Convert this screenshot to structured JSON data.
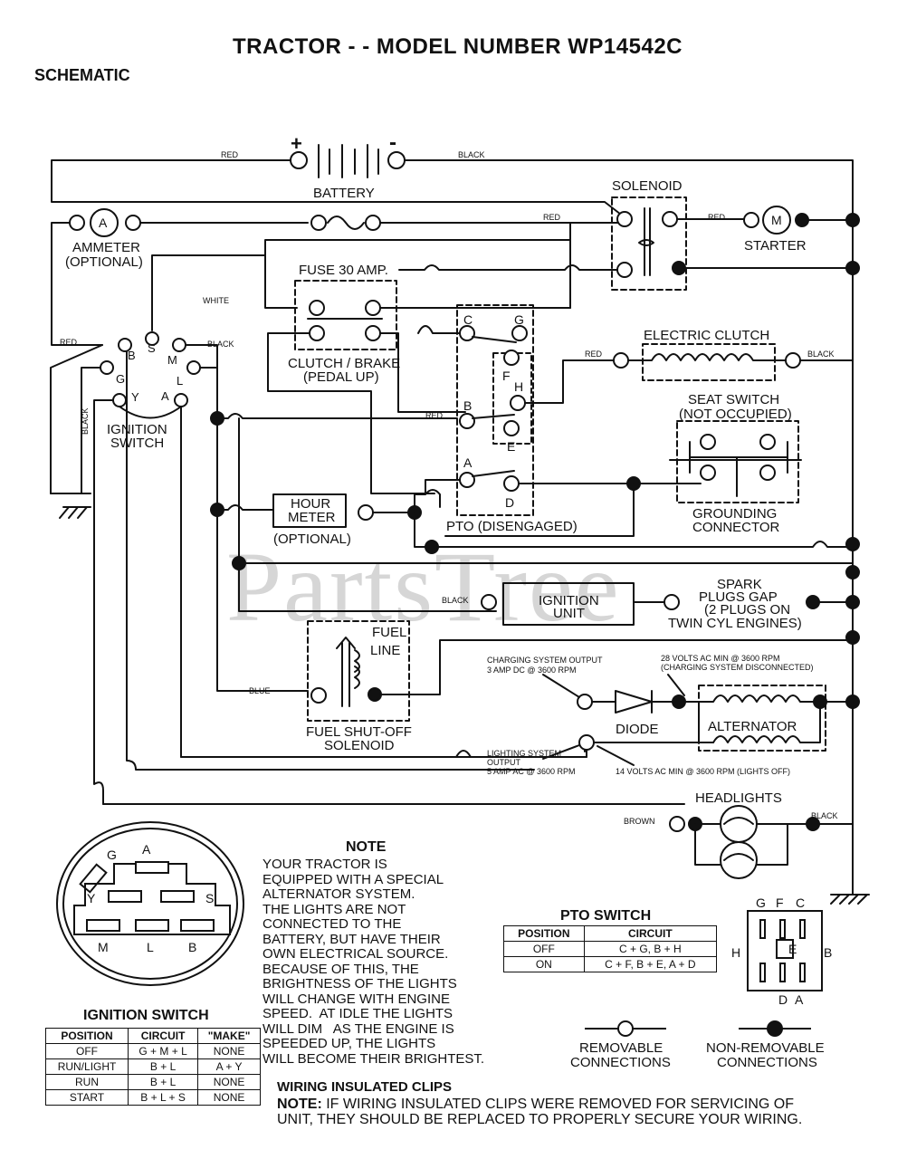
{
  "header": {
    "title": "TRACTOR - - MODEL NUMBER WP14542C",
    "subtitle": "SCHEMATIC"
  },
  "watermark": "PartsTree",
  "components": {
    "battery": "BATTERY",
    "battery_plus": "+",
    "battery_minus": "-",
    "solenoid": "SOLENOID",
    "ammeter": "AMMETER",
    "ammeter_optional": "(OPTIONAL)",
    "ammeter_letter": "A",
    "starter": "STARTER",
    "starter_letter": "M",
    "fuse": "FUSE 30 AMP.",
    "clutch_brake_1": "CLUTCH / BRAKE",
    "clutch_brake_2": "(PEDAL UP)",
    "electric_clutch": "ELECTRIC CLUTCH",
    "seat_switch_1": "SEAT SWITCH",
    "seat_switch_2": "(NOT OCCUPIED)",
    "ignition_switch_1": "IGNITION",
    "ignition_switch_2": "SWITCH",
    "hour_meter_1": "HOUR",
    "hour_meter_2": "METER",
    "hour_meter_optional": "(OPTIONAL)",
    "pto": "PTO (DISENGAGED)",
    "grounding_1": "GROUNDING",
    "grounding_2": "CONNECTOR",
    "spark_1": "SPARK",
    "spark_2": "PLUGS GAP",
    "spark_3": "(2 PLUGS ON",
    "spark_4": "TWIN CYL  ENGINES)",
    "ignition_unit_1": "IGNITION",
    "ignition_unit_2": "UNIT",
    "fuel_line_1": "FUEL",
    "fuel_line_2": "LINE",
    "fuel_solenoid_1": "FUEL SHUT-OFF",
    "fuel_solenoid_2": "SOLENOID",
    "diode": "DIODE",
    "alternator": "ALTERNATOR",
    "headlights": "HEADLIGHTS",
    "charging_1": "CHARGING SYSTEM OUTPUT",
    "charging_2": "3 AMP DC @ 3600 RPM",
    "volts28_1": "28 VOLTS AC MIN @ 3600 RPM",
    "volts28_2": "(CHARGING SYSTEM DISCONNECTED)",
    "lighting_1": "LIGHTING SYSTEM",
    "lighting_2": "OUTPUT",
    "lighting_3": "5 AMP AC @ 3600 RPM",
    "volts14": "14 VOLTS AC MIN @ 3600 RPM (LIGHTS OFF)"
  },
  "terminals": {
    "ign": [
      "B",
      "S",
      "M",
      "G",
      "L",
      "Y",
      "A"
    ],
    "pto": [
      "C",
      "G",
      "F",
      "H",
      "B",
      "E",
      "A",
      "D"
    ]
  },
  "wires": {
    "red": "RED",
    "black": "BLACK",
    "white": "WHITE",
    "blue": "BLUE",
    "brown": "BROWN"
  },
  "note": {
    "title": "NOTE",
    "body": "YOUR TRACTOR IS\nEQUIPPED WITH A SPECIAL\nALTERNATOR SYSTEM.\nTHE LIGHTS ARE NOT\nCONNECTED TO THE\nBATTERY, BUT HAVE THEIR\nOWN ELECTRICAL SOURCE.\nBECAUSE OF THIS, THE\nBRIGHTNESS OF THE LIGHTS\nWILL CHANGE WITH ENGINE\nSPEED.  AT IDLE THE LIGHTS\nWILL DIM   AS THE ENGINE IS\nSPEEDED UP, THE LIGHTS\nWILL BECOME THEIR BRIGHTEST."
  },
  "ignition_table": {
    "title": "IGNITION SWITCH",
    "headers": [
      "POSITION",
      "CIRCUIT",
      "\"MAKE\""
    ],
    "rows": [
      [
        "OFF",
        "G + M + L",
        "NONE"
      ],
      [
        "RUN/LIGHT",
        "B + L",
        "A + Y"
      ],
      [
        "RUN",
        "B + L",
        "NONE"
      ],
      [
        "START",
        "B + L + S",
        "NONE"
      ]
    ]
  },
  "pto_table": {
    "title": "PTO SWITCH",
    "headers": [
      "POSITION",
      "CIRCUIT"
    ],
    "rows": [
      [
        "OFF",
        "C + G, B + H"
      ],
      [
        "ON",
        "C + F, B + E, A + D"
      ]
    ]
  },
  "pto_diagram": {
    "top": [
      "G",
      "F",
      "C"
    ],
    "left": "H",
    "right": "B",
    "center": "E",
    "bottom": [
      "D",
      "A"
    ]
  },
  "legend": {
    "removable_1": "REMOVABLE",
    "removable_2": "CONNECTIONS",
    "nonremovable_1": "NON-REMOVABLE",
    "nonremovable_2": "CONNECTIONS"
  },
  "clips": {
    "title": "WIRING INSULATED CLIPS",
    "note_label": "NOTE:",
    "note_text": " IF WIRING INSULATED CLIPS WERE REMOVED FOR SERVICING OF\nUNIT, THEY SHOULD BE REPLACED TO PROPERLY SECURE YOUR WIRING."
  }
}
